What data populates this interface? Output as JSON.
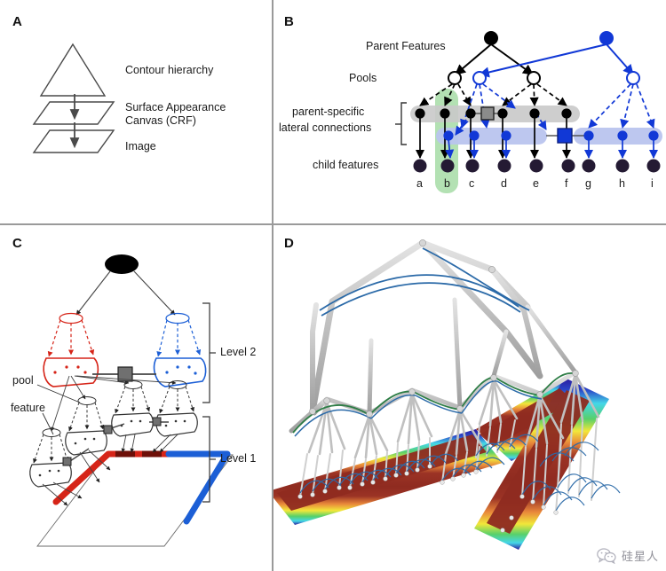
{
  "figure": {
    "panels": [
      {
        "id": "A",
        "letter": "A"
      },
      {
        "id": "B",
        "letter": "B"
      },
      {
        "id": "C",
        "letter": "C"
      },
      {
        "id": "D",
        "letter": "D"
      }
    ]
  },
  "panelA": {
    "letter": "A",
    "labels": [
      {
        "text": "Contour hierarchy"
      },
      {
        "text": "Surface Appearance"
      },
      {
        "text": "Canvas (CRF)"
      },
      {
        "text": "Image"
      }
    ],
    "shapes": [
      "triangle",
      "parallelogram",
      "parallelogram"
    ],
    "arrows": 2
  },
  "panelB": {
    "letter": "B",
    "labels": {
      "parent_features": "Parent Features",
      "pools": "Pools",
      "lateral_line1": "parent-specific",
      "lateral_line2": "lateral connections",
      "child_features": "child features"
    },
    "child_labels": [
      "a",
      "b",
      "c",
      "d",
      "e",
      "f",
      "g",
      "h",
      "i"
    ],
    "colors": {
      "black": "#000000",
      "blue": "#1138d6",
      "child_fill": "#241a33",
      "green_highlight": "#9ad79a",
      "gray_band": "#c9c9c9",
      "blue_band": "#b9c4ee",
      "gray_square": "#8b8b8b",
      "blue_square": "#1138d6"
    },
    "parent_count": 2,
    "pool_count": 4,
    "lateral_rows": 2,
    "highlight_column": "b"
  },
  "panelC": {
    "letter": "C",
    "labels": {
      "pool": "pool",
      "feature": "feature",
      "level2": "Level 2",
      "level1": "Level 1"
    },
    "colors": {
      "red": "#d62418",
      "blue": "#1c5fd6",
      "gray": "#555555",
      "black": "#000000",
      "square": "#707070"
    },
    "level2_pools": 2,
    "level1_pools": 4
  },
  "panelD": {
    "letter": "D",
    "colors": {
      "tube": "#bdbdbd",
      "tube_edge": "#8f8f8f",
      "arc_blue": "#2b6aa8",
      "arc_green": "#2e7d46",
      "heat_core": "#8f2b20",
      "heat_red": "#c0392b",
      "heat_orange": "#e8873a",
      "heat_yellow": "#f2e73a",
      "heat_green": "#58d06a",
      "heat_cyan": "#44d7e8",
      "heat_blue": "#2a45c8",
      "heat_darkblue": "#2b1a9c"
    }
  },
  "watermark": {
    "text": "硅星人",
    "icon": "wechat-icon"
  }
}
